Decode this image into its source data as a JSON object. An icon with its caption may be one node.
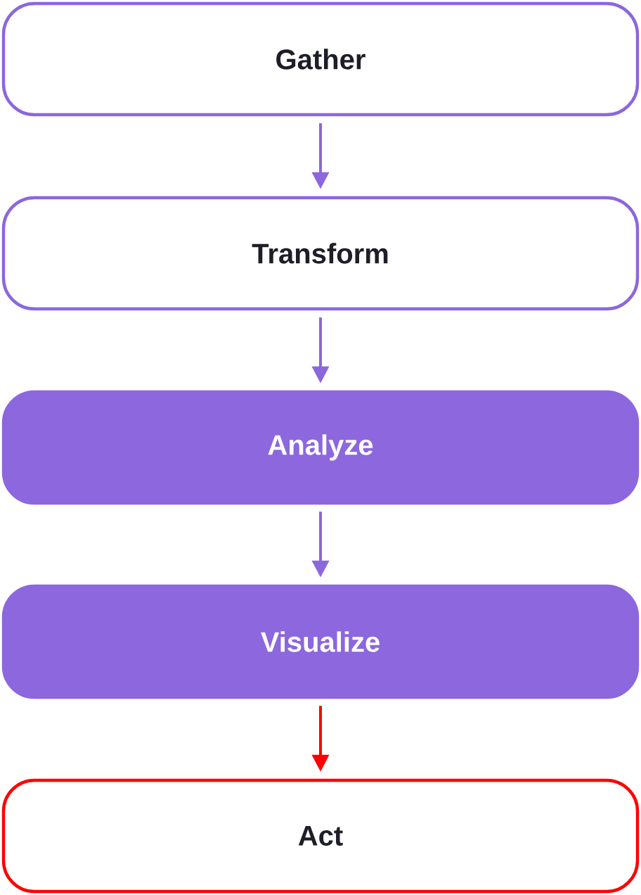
{
  "diagram": {
    "nodes": [
      {
        "text": [
          "Gather"
        ]
      },
      {
        "text": [
          "Transform"
        ]
      },
      {
        "text": [
          "Analyze"
        ]
      },
      {
        "text": [
          "Visualize"
        ]
      },
      {
        "text": [
          "Act"
        ]
      }
    ],
    "edges": [
      {
        "from": 0,
        "to": 1,
        "arrow": "to"
      },
      {
        "from": 1,
        "to": 2,
        "arrow": "to"
      },
      {
        "from": 2,
        "to": 3,
        "arrow": "to"
      },
      {
        "from": 3,
        "to": 4,
        "arrow": "to",
        "color": "#ff0000"
      }
    ]
  }
}
